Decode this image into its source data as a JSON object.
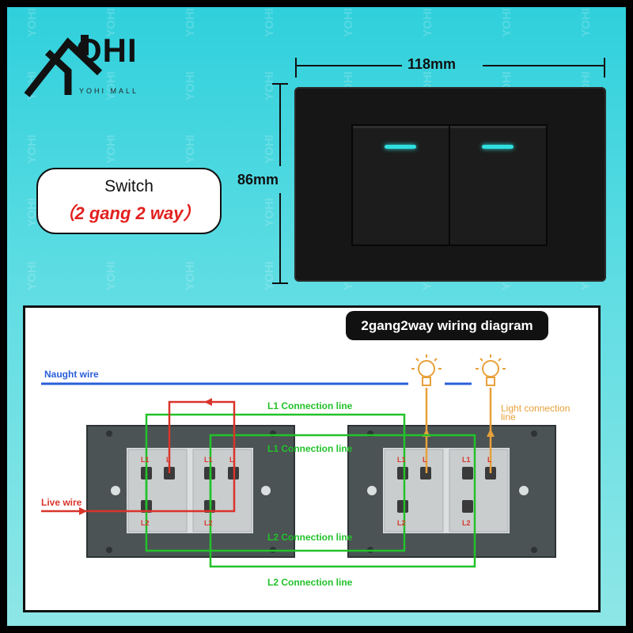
{
  "brand": {
    "name": "OHI",
    "mall": "YOHI MALL"
  },
  "watermark": "YOHI",
  "product": {
    "title": "Switch",
    "subtitle": "（2 gang 2 way）",
    "width": "118mm",
    "height": "86mm"
  },
  "diagram": {
    "title": "2gang2way wiring diagram",
    "neutral_label": "Naught wire",
    "live_label": "Live wire",
    "l1_top": "L1 Connection line",
    "l1_mid": "L1 Connection line",
    "l2_mid": "L2 Connection line",
    "l2_bottom": "L2 Connection line",
    "light_label_1": "Light connection",
    "light_label_2": "line",
    "terminals": {
      "l1": "L1",
      "l": "L",
      "l2": "L2"
    }
  },
  "colors": {
    "neutral": "#2b5fd9",
    "live": "#d9342b",
    "connection": "#22c22a",
    "light": "#e8a13a",
    "led": "#30e0e0"
  }
}
